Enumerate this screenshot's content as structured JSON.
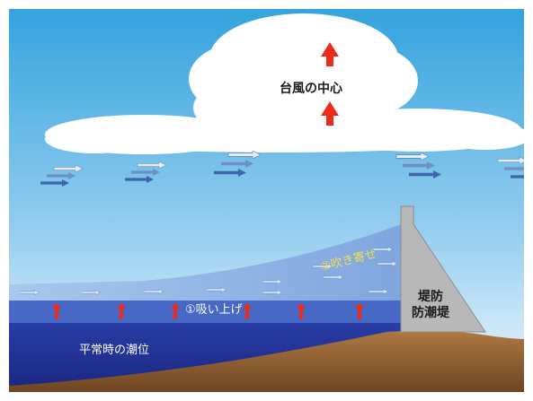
{
  "labels": {
    "typhoon_center": "台風の中心",
    "suction_rise": "①吸い上げ",
    "wind_setup": "②吹き寄せ",
    "levee_line1": "堤防",
    "levee_line2": "防潮堤",
    "normal_tide": "平常時の潮位"
  },
  "colors": {
    "sky_top": "#3aa6df",
    "sky_bottom": "#e6f3fb",
    "cloud": "#ffffff",
    "up_arrow": "#ee2a1a",
    "storm_surge_water": "#8fb4e4",
    "suction_band": "#4466c2",
    "normal_water": "#22339a",
    "seabed": "#9c6a3a",
    "levee": "#b8b8b8",
    "wind_arrow": "#4e76b8"
  },
  "icons": {
    "wind": "right-arrow-icon",
    "rise": "up-arrow-icon"
  }
}
